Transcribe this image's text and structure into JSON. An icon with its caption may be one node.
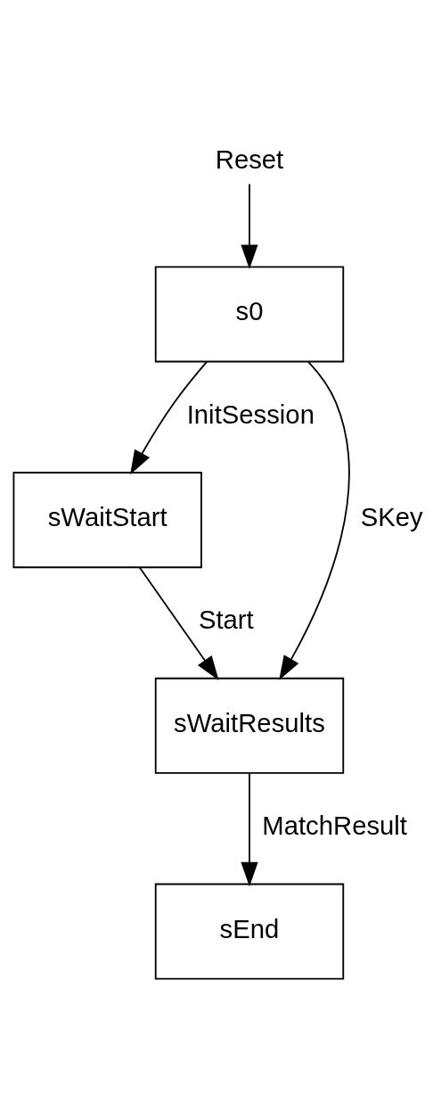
{
  "diagram": {
    "nodes": [
      {
        "text": [
          "Reset"
        ]
      },
      {
        "text": [
          "s0"
        ]
      },
      {
        "text": [
          "sWaitStart"
        ]
      },
      {
        "text": [
          "sWaitResults"
        ]
      },
      {
        "text": [
          "sEnd"
        ]
      }
    ],
    "edges": [
      {
        "from": 0,
        "to": 1,
        "arrow": "to"
      },
      {
        "from": 1,
        "to": 2,
        "arrow": "to",
        "label": "InitSession"
      },
      {
        "from": 2,
        "to": 3,
        "arrow": "to",
        "label": "Start"
      },
      {
        "from": 1,
        "to": 3,
        "arrow": "to",
        "label": "SKey"
      },
      {
        "from": 3,
        "to": 4,
        "arrow": "to",
        "label": "MatchResult"
      }
    ]
  }
}
